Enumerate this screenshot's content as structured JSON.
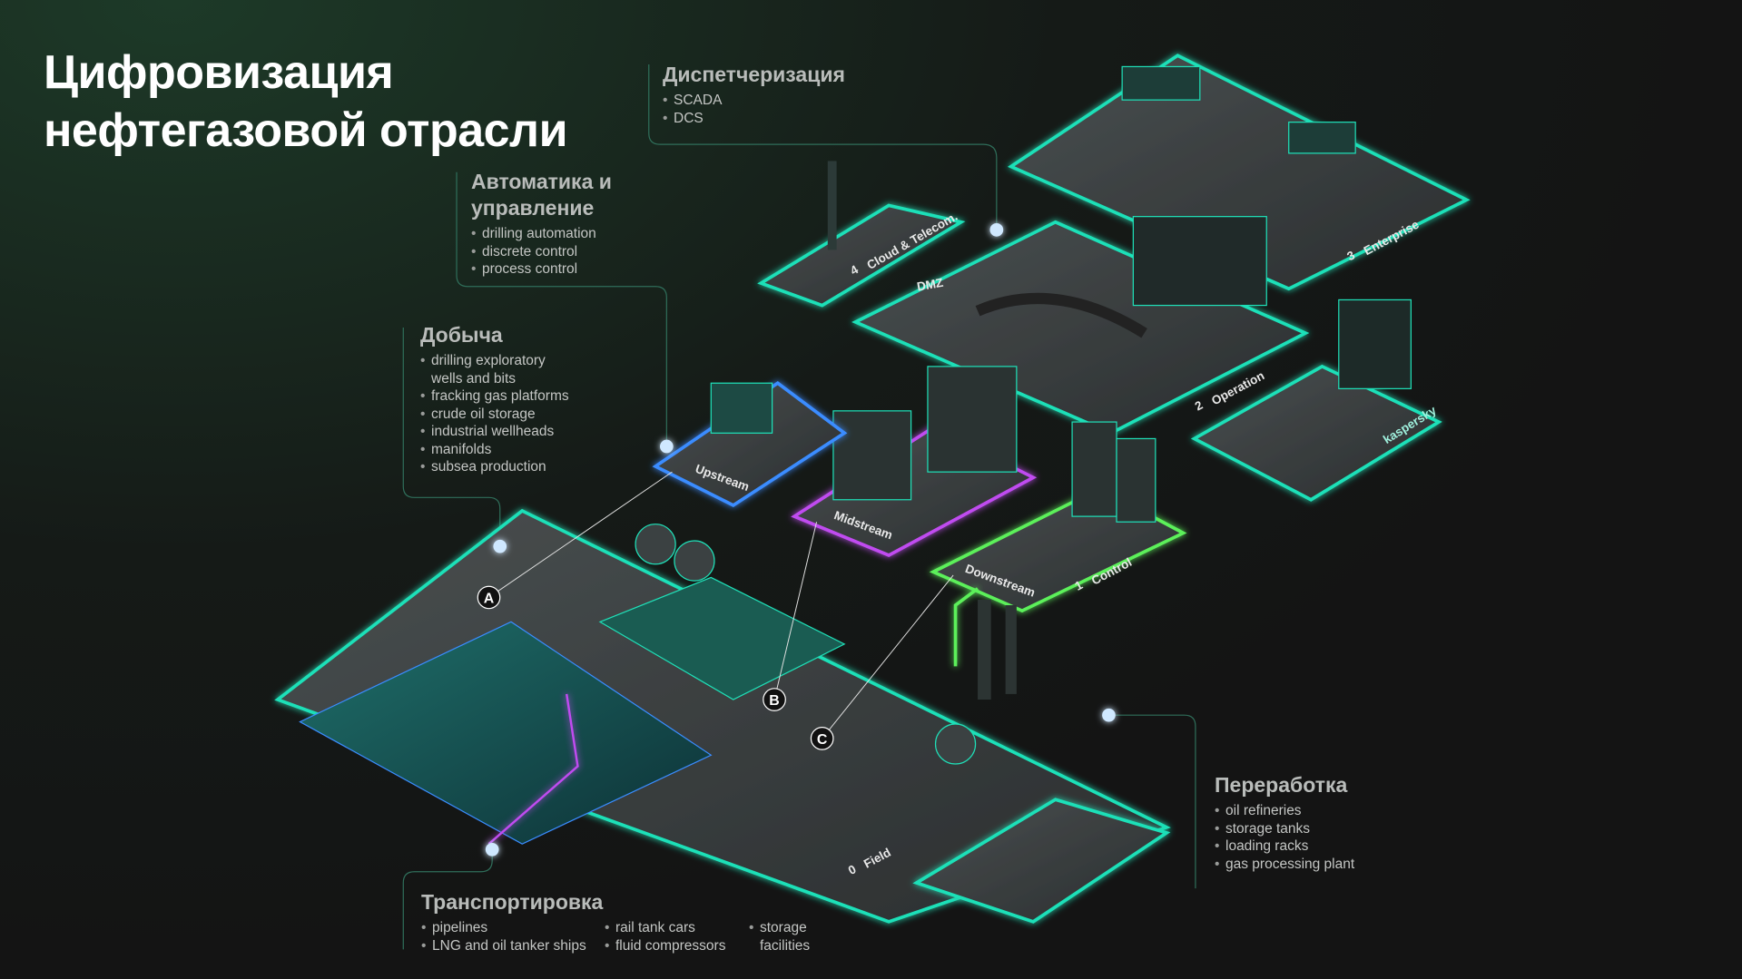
{
  "title": {
    "line1": "Цифровизация",
    "line2": "нефтегазовой отрасли"
  },
  "sections": {
    "dispatch": {
      "heading": "Диспетчеризация",
      "items": [
        "SCADA",
        "DCS"
      ]
    },
    "automation": {
      "heading_line1": "Автоматика и",
      "heading_line2": "управление",
      "items": [
        "drilling automation",
        "discrete control",
        "process control"
      ]
    },
    "extraction": {
      "heading": "Добыча",
      "items": [
        "drilling exploratory",
        "wells and bits",
        "fracking gas platforms",
        "crude oil storage",
        "industrial wellheads",
        "manifolds",
        "subsea production"
      ]
    },
    "processing": {
      "heading": "Переработка",
      "items": [
        "oil refineries",
        "storage tanks",
        "loading racks",
        "gas processing plant"
      ]
    },
    "transport": {
      "heading": "Транспортировка",
      "col1": [
        "pipelines",
        "LNG and oil tanker ships"
      ],
      "col2": [
        "rail tank cars",
        "fluid compressors"
      ],
      "col3": [
        "storage",
        "facilities"
      ]
    }
  },
  "diagram": {
    "levels": {
      "field": "Field",
      "control": "Control",
      "operation": "Operation",
      "enterprise": "Enterprise",
      "cloud": "Cloud & Telecom.",
      "dmz": "DMZ",
      "brand": "kaspersky"
    },
    "level_numbers": {
      "field": "0",
      "control": "1",
      "operation": "2",
      "enterprise": "3",
      "cloud": "4"
    },
    "streams": {
      "upstream": "Upstream",
      "midstream": "Midstream",
      "downstream": "Downstream"
    },
    "markers": {
      "a": "A",
      "b": "B",
      "c": "C"
    },
    "colors": {
      "teal": "#1fe0b8",
      "purple": "#c04cf0",
      "green": "#5cf05a",
      "blue": "#3a8cff",
      "dot": "#9fd6ff"
    }
  }
}
